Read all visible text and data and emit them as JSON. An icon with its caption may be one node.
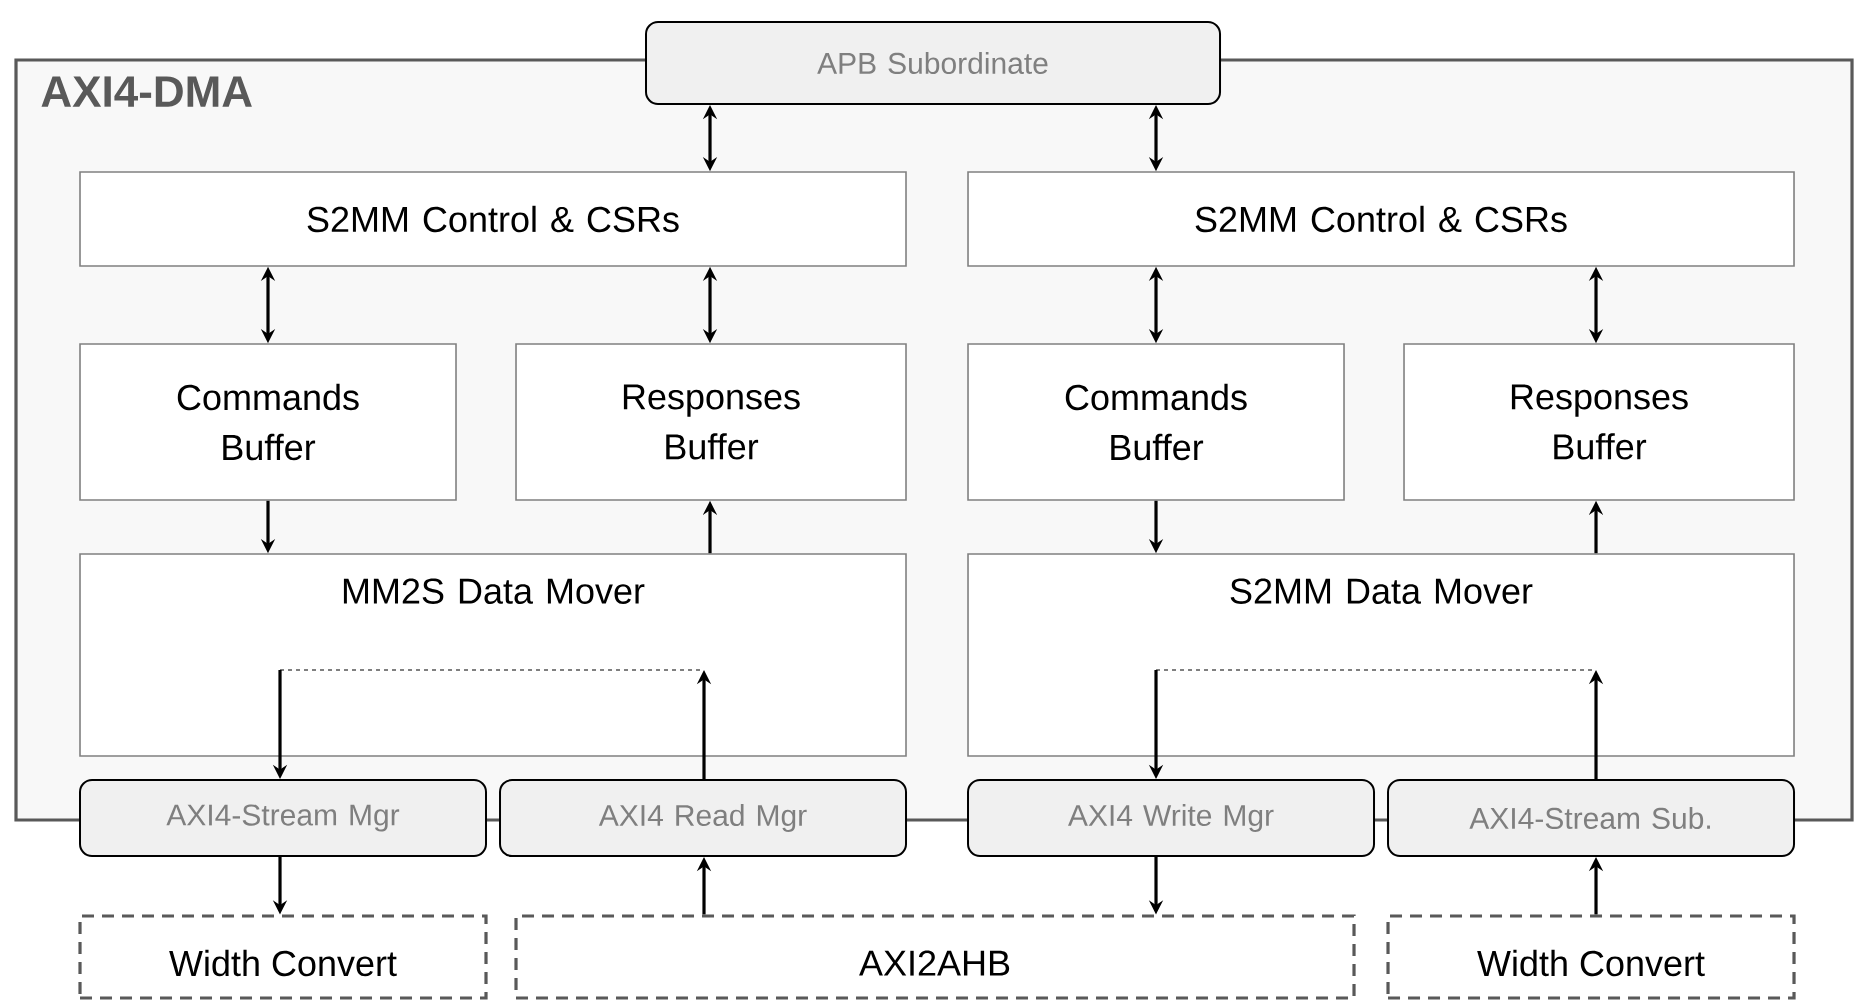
{
  "diagram": {
    "nodes": [
      {
        "text": [
          "AXI4-DMA"
        ]
      },
      {
        "text": [
          "APB Subordinate"
        ]
      },
      {
        "text": [
          "S2MM Control & CSRs"
        ],
        "in": 0
      },
      {
        "text": [
          "S2MM Control & CSRs"
        ],
        "in": 0
      },
      {
        "text": [
          "Commands Buffer"
        ],
        "in": 0
      },
      {
        "text": [
          "Responses Buffer"
        ],
        "in": 0
      },
      {
        "text": [
          "Commands Buffer"
        ],
        "in": 0
      },
      {
        "text": [
          "Responses Buffer"
        ],
        "in": 0
      },
      {
        "text": [
          "MM2S Data Mover"
        ],
        "in": 0
      },
      {
        "text": [
          "S2MM Data Mover"
        ],
        "in": 0
      },
      {
        "text": [
          "AXI4-Stream Mgr"
        ]
      },
      {
        "text": [
          "AXI4 Read Mgr"
        ]
      },
      {
        "text": [
          "AXI4 Write Mgr"
        ]
      },
      {
        "text": [
          "AXI4-Stream Sub."
        ]
      },
      {
        "text": [
          "Width Convert"
        ]
      },
      {
        "text": [
          "AXI2AHB"
        ]
      },
      {
        "text": [
          "Width Convert"
        ]
      }
    ],
    "edges": [
      {
        "from": 1,
        "to": 2,
        "arrow": "both"
      },
      {
        "from": 1,
        "to": 3,
        "arrow": "both"
      },
      {
        "from": 2,
        "to": 4,
        "arrow": "both"
      },
      {
        "from": 2,
        "to": 5,
        "arrow": "both"
      },
      {
        "from": 3,
        "to": 6,
        "arrow": "both"
      },
      {
        "from": 3,
        "to": 7,
        "arrow": "both"
      },
      {
        "from": 4,
        "to": 8,
        "arrow": "to"
      },
      {
        "from": 8,
        "to": 5,
        "arrow": "to"
      },
      {
        "from": 6,
        "to": 9,
        "arrow": "to"
      },
      {
        "from": 9,
        "to": 7,
        "arrow": "to"
      },
      {
        "from": 8,
        "to": 10,
        "arrow": "to"
      },
      {
        "from": 11,
        "to": 8,
        "arrow": "to"
      },
      {
        "from": 9,
        "to": 12,
        "arrow": "to"
      },
      {
        "from": 13,
        "to": 9,
        "arrow": "to"
      },
      {
        "from": 10,
        "to": 14,
        "arrow": "to"
      },
      {
        "from": 15,
        "to": 11,
        "arrow": "to"
      },
      {
        "from": 12,
        "to": 15,
        "arrow": "to"
      },
      {
        "from": 16,
        "to": 13,
        "arrow": "to"
      }
    ]
  }
}
